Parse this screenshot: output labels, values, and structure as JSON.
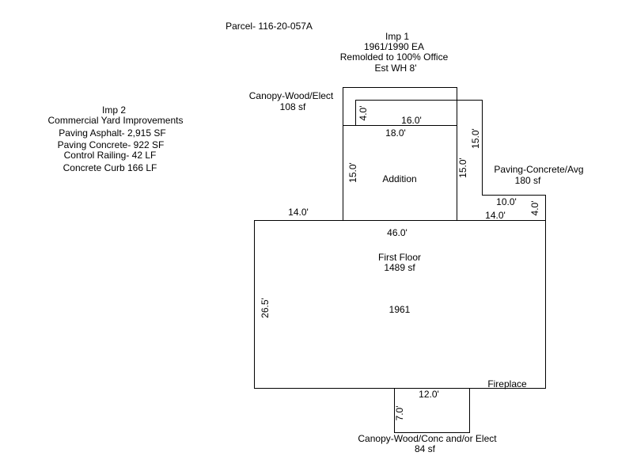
{
  "parcel": "Parcel- 116-20-057A",
  "imp1": {
    "title": "Imp 1",
    "years": "1961/1990 EA",
    "remodel": "Remolded to 100% Office",
    "wall_height": "Est WH 8'"
  },
  "imp2": {
    "title": "Imp 2",
    "subtitle": "Commercial Yard Improvements",
    "items": [
      "Paving Asphalt- 2,915 SF",
      "Paving Concrete- 922 SF",
      "Control Railing- 42 LF",
      "Concrete Curb 166 LF"
    ]
  },
  "areas": {
    "canopy_wood_elect": {
      "name": "Canopy-Wood/Elect",
      "area": "108 sf",
      "dim_depth": "4.0'",
      "dim_width": "16.0'"
    },
    "addition": {
      "name": "Addition",
      "dim_width": "18.0'",
      "dim_left": "15.0'",
      "dim_right": "15.0'"
    },
    "paving_concrete": {
      "name": "Paving-Concrete/Avg",
      "area": "180 sf",
      "dim_side": "15.0'",
      "dim_width": "10.0'",
      "dim_depth": "4.0'",
      "dim_bottom": "14.0'"
    },
    "first_floor": {
      "name": "First Floor",
      "area": "1489 sf",
      "year": "1961",
      "dim_width": "46.0'",
      "dim_height": "26.5'",
      "dim_top_left": "14.0'",
      "fireplace": "Fireplace"
    },
    "canopy_conc": {
      "name": "Canopy-Wood/Conc and/or Elect",
      "area": "84 sf",
      "dim_width": "12.0'",
      "dim_depth": "7.0'"
    }
  }
}
